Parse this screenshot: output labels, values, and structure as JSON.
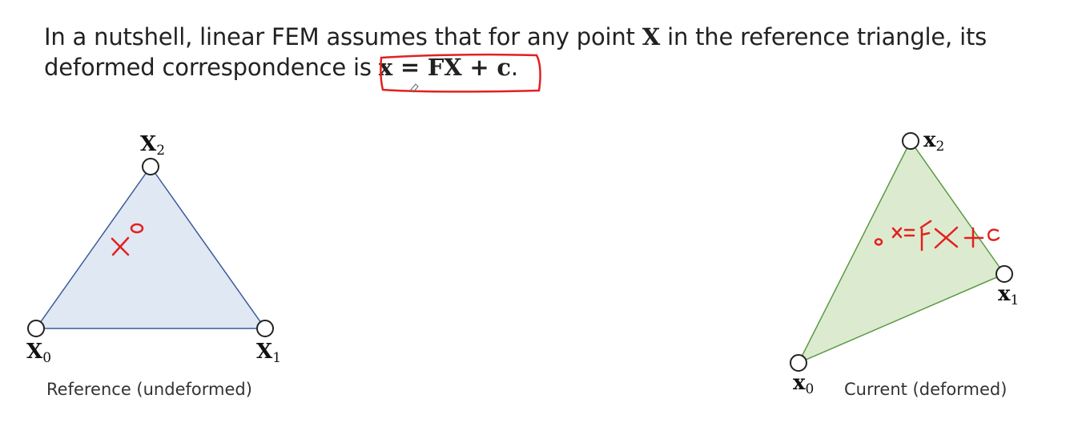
{
  "intro": {
    "line1_prefix": "In a nutshell, linear FEM assumes that for any point ",
    "line1_symbol": "X",
    "line1_suffix": " in the reference triangle, its",
    "line2_prefix": "deformed correspondence is ",
    "equation": "x = FX + c",
    "line2_suffix": "."
  },
  "reference": {
    "caption": "Reference (undeformed)",
    "vertices": [
      {
        "label": "X",
        "sub": "0"
      },
      {
        "label": "X",
        "sub": "1"
      },
      {
        "label": "X",
        "sub": "2"
      }
    ],
    "annotation": "x"
  },
  "current": {
    "caption": "Current (deformed)",
    "vertices": [
      {
        "label": "x",
        "sub": "0"
      },
      {
        "label": "x",
        "sub": "1"
      },
      {
        "label": "x",
        "sub": "2"
      }
    ],
    "annotation": "x=FX+c"
  },
  "colors": {
    "reference_fill": "#dfe8f3",
    "reference_stroke": "#3b5b9a",
    "current_fill": "#dcebcf",
    "current_stroke": "#5a9a45",
    "ink": "#e32020"
  }
}
